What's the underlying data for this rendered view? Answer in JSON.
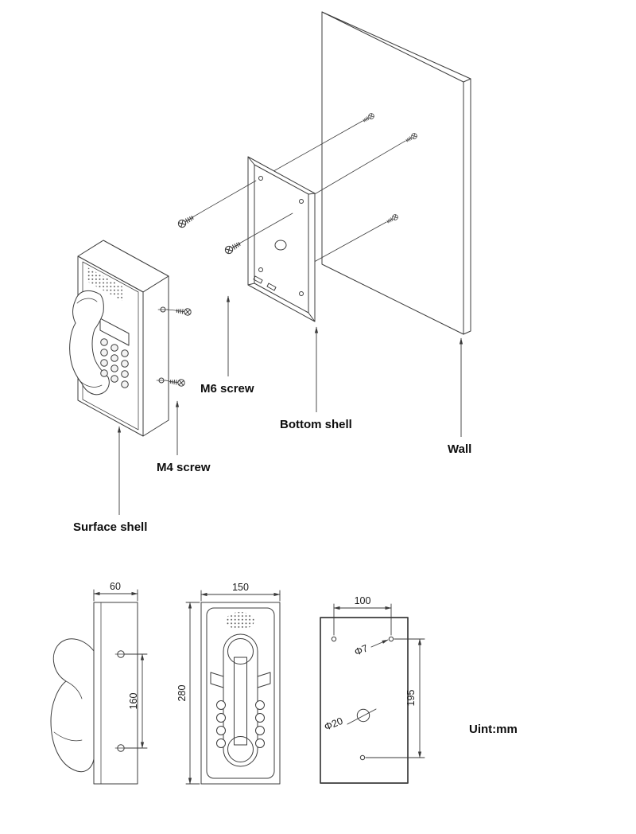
{
  "diagram": {
    "callouts": {
      "m6_screw": "M6 screw",
      "bottom_shell": "Bottom shell",
      "wall": "Wall",
      "m4_screw": "M4 screw",
      "surface_shell": "Surface shell"
    },
    "dimensions": {
      "side_depth": "60",
      "side_hole_spacing": "160",
      "front_width": "150",
      "front_height": "280",
      "back_top_hole_spacing": "100",
      "back_vertical_hole_spacing": "195",
      "small_hole_dia": "Φ7",
      "large_hole_dia": "Φ20"
    },
    "unit_note": "Uint:mm",
    "colors": {
      "line": "#3c3c3c",
      "text": "#0d0d0d",
      "background": "#ffffff"
    }
  }
}
